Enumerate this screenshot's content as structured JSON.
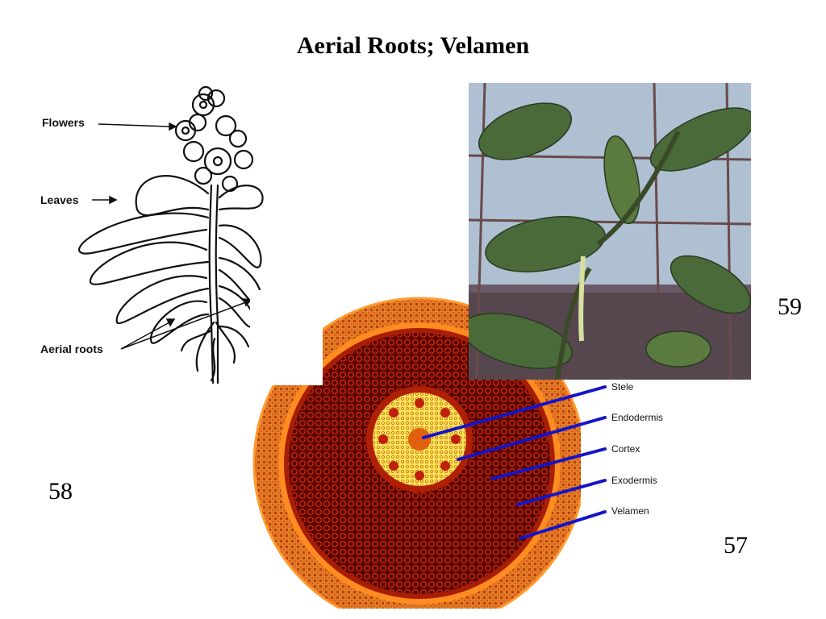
{
  "slide": {
    "title": "Aerial Roots; Velamen",
    "figure_numbers": {
      "drawing": "58",
      "photo": "59",
      "section": "57"
    }
  },
  "drawing": {
    "labels": {
      "flowers": "Flowers",
      "leaves": "Leaves",
      "aerial_roots": "Aerial roots"
    }
  },
  "section": {
    "labels": {
      "stele": "Stele",
      "endodermis": "Endodermis",
      "cortex": "Cortex",
      "exodermis": "Exodermis",
      "velamen": "Velamen"
    },
    "colors": {
      "pointer": "#1414c8",
      "velamen": "#e8701a",
      "cortex": "#7a0a00",
      "stele": "#f6e04a"
    }
  }
}
